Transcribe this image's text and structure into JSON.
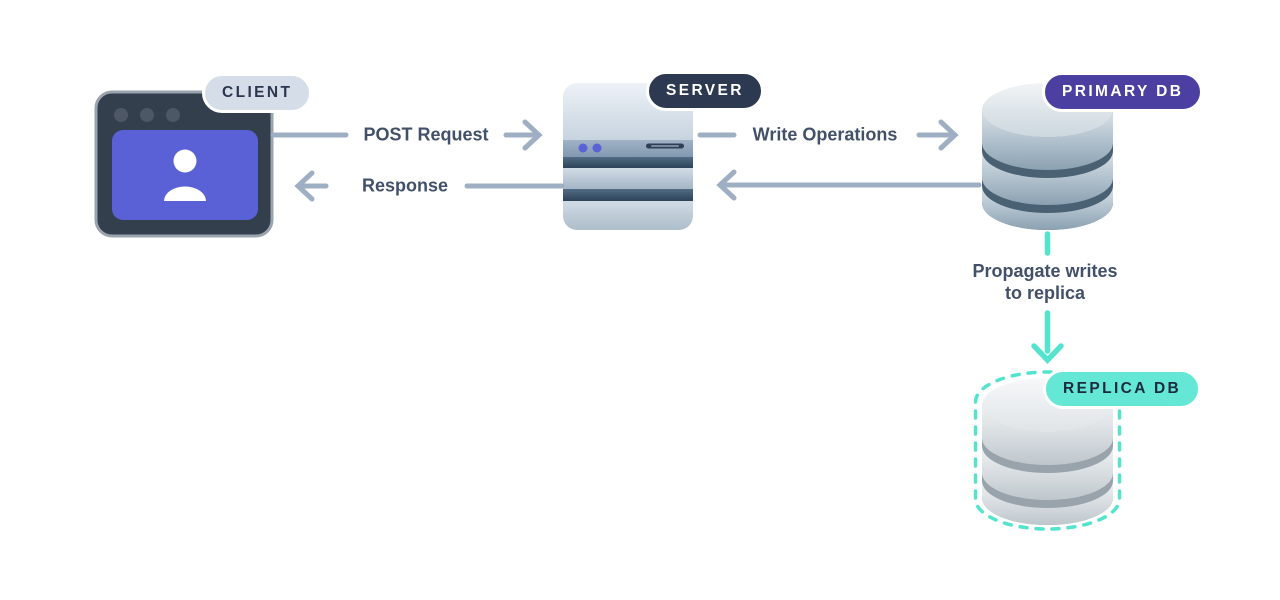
{
  "diagram": {
    "type": "architecture-flow",
    "background": "#ffffff",
    "nodes": {
      "client": {
        "label": "CLIENT",
        "icon": "browser-user-icon",
        "badge_bg": "#d4dde8",
        "badge_text": "#2b3750"
      },
      "server": {
        "label": "SERVER",
        "icon": "server-stack-icon",
        "badge_bg": "#2c3950",
        "badge_text": "#ffffff"
      },
      "primary_db": {
        "label": "PRIMARY DB",
        "icon": "database-cylinder-icon",
        "badge_bg": "#4b40a1",
        "badge_text": "#ffffff"
      },
      "replica_db": {
        "label": "REPLICA DB",
        "icon": "database-cylinder-icon",
        "badge_bg": "#64e7d4",
        "badge_text": "#1b2b3d",
        "outline": "dashed-teal"
      }
    },
    "edges": {
      "post_request": {
        "from": "client",
        "to": "server",
        "label": "POST Request",
        "direction": "right",
        "color": "#9fafc3"
      },
      "response": {
        "from": "server",
        "to": "client",
        "label": "Response",
        "direction": "left",
        "color": "#9fafc3"
      },
      "write_operations": {
        "from": "server",
        "to": "primary_db",
        "label": "Write Operations",
        "direction": "right",
        "color": "#9fafc3"
      },
      "db_return": {
        "from": "primary_db",
        "to": "server",
        "label": "",
        "direction": "left",
        "color": "#9fafc3"
      },
      "propagate": {
        "from": "primary_db",
        "to": "replica_db",
        "label_line1": "Propagate writes",
        "label_line2": "to replica",
        "direction": "down",
        "color": "#54e4ce"
      }
    },
    "colors": {
      "arrow_gray": "#9fafc3",
      "accent_teal": "#54e4ce",
      "label_text": "#42506a",
      "client_panel_purple": "#5a61d6",
      "window_frame_dark": "#343f4e",
      "server_dark_band": "#2d4459",
      "primary_badge_indigo": "#4b40a1",
      "replica_badge_mint": "#64e7d4"
    }
  }
}
